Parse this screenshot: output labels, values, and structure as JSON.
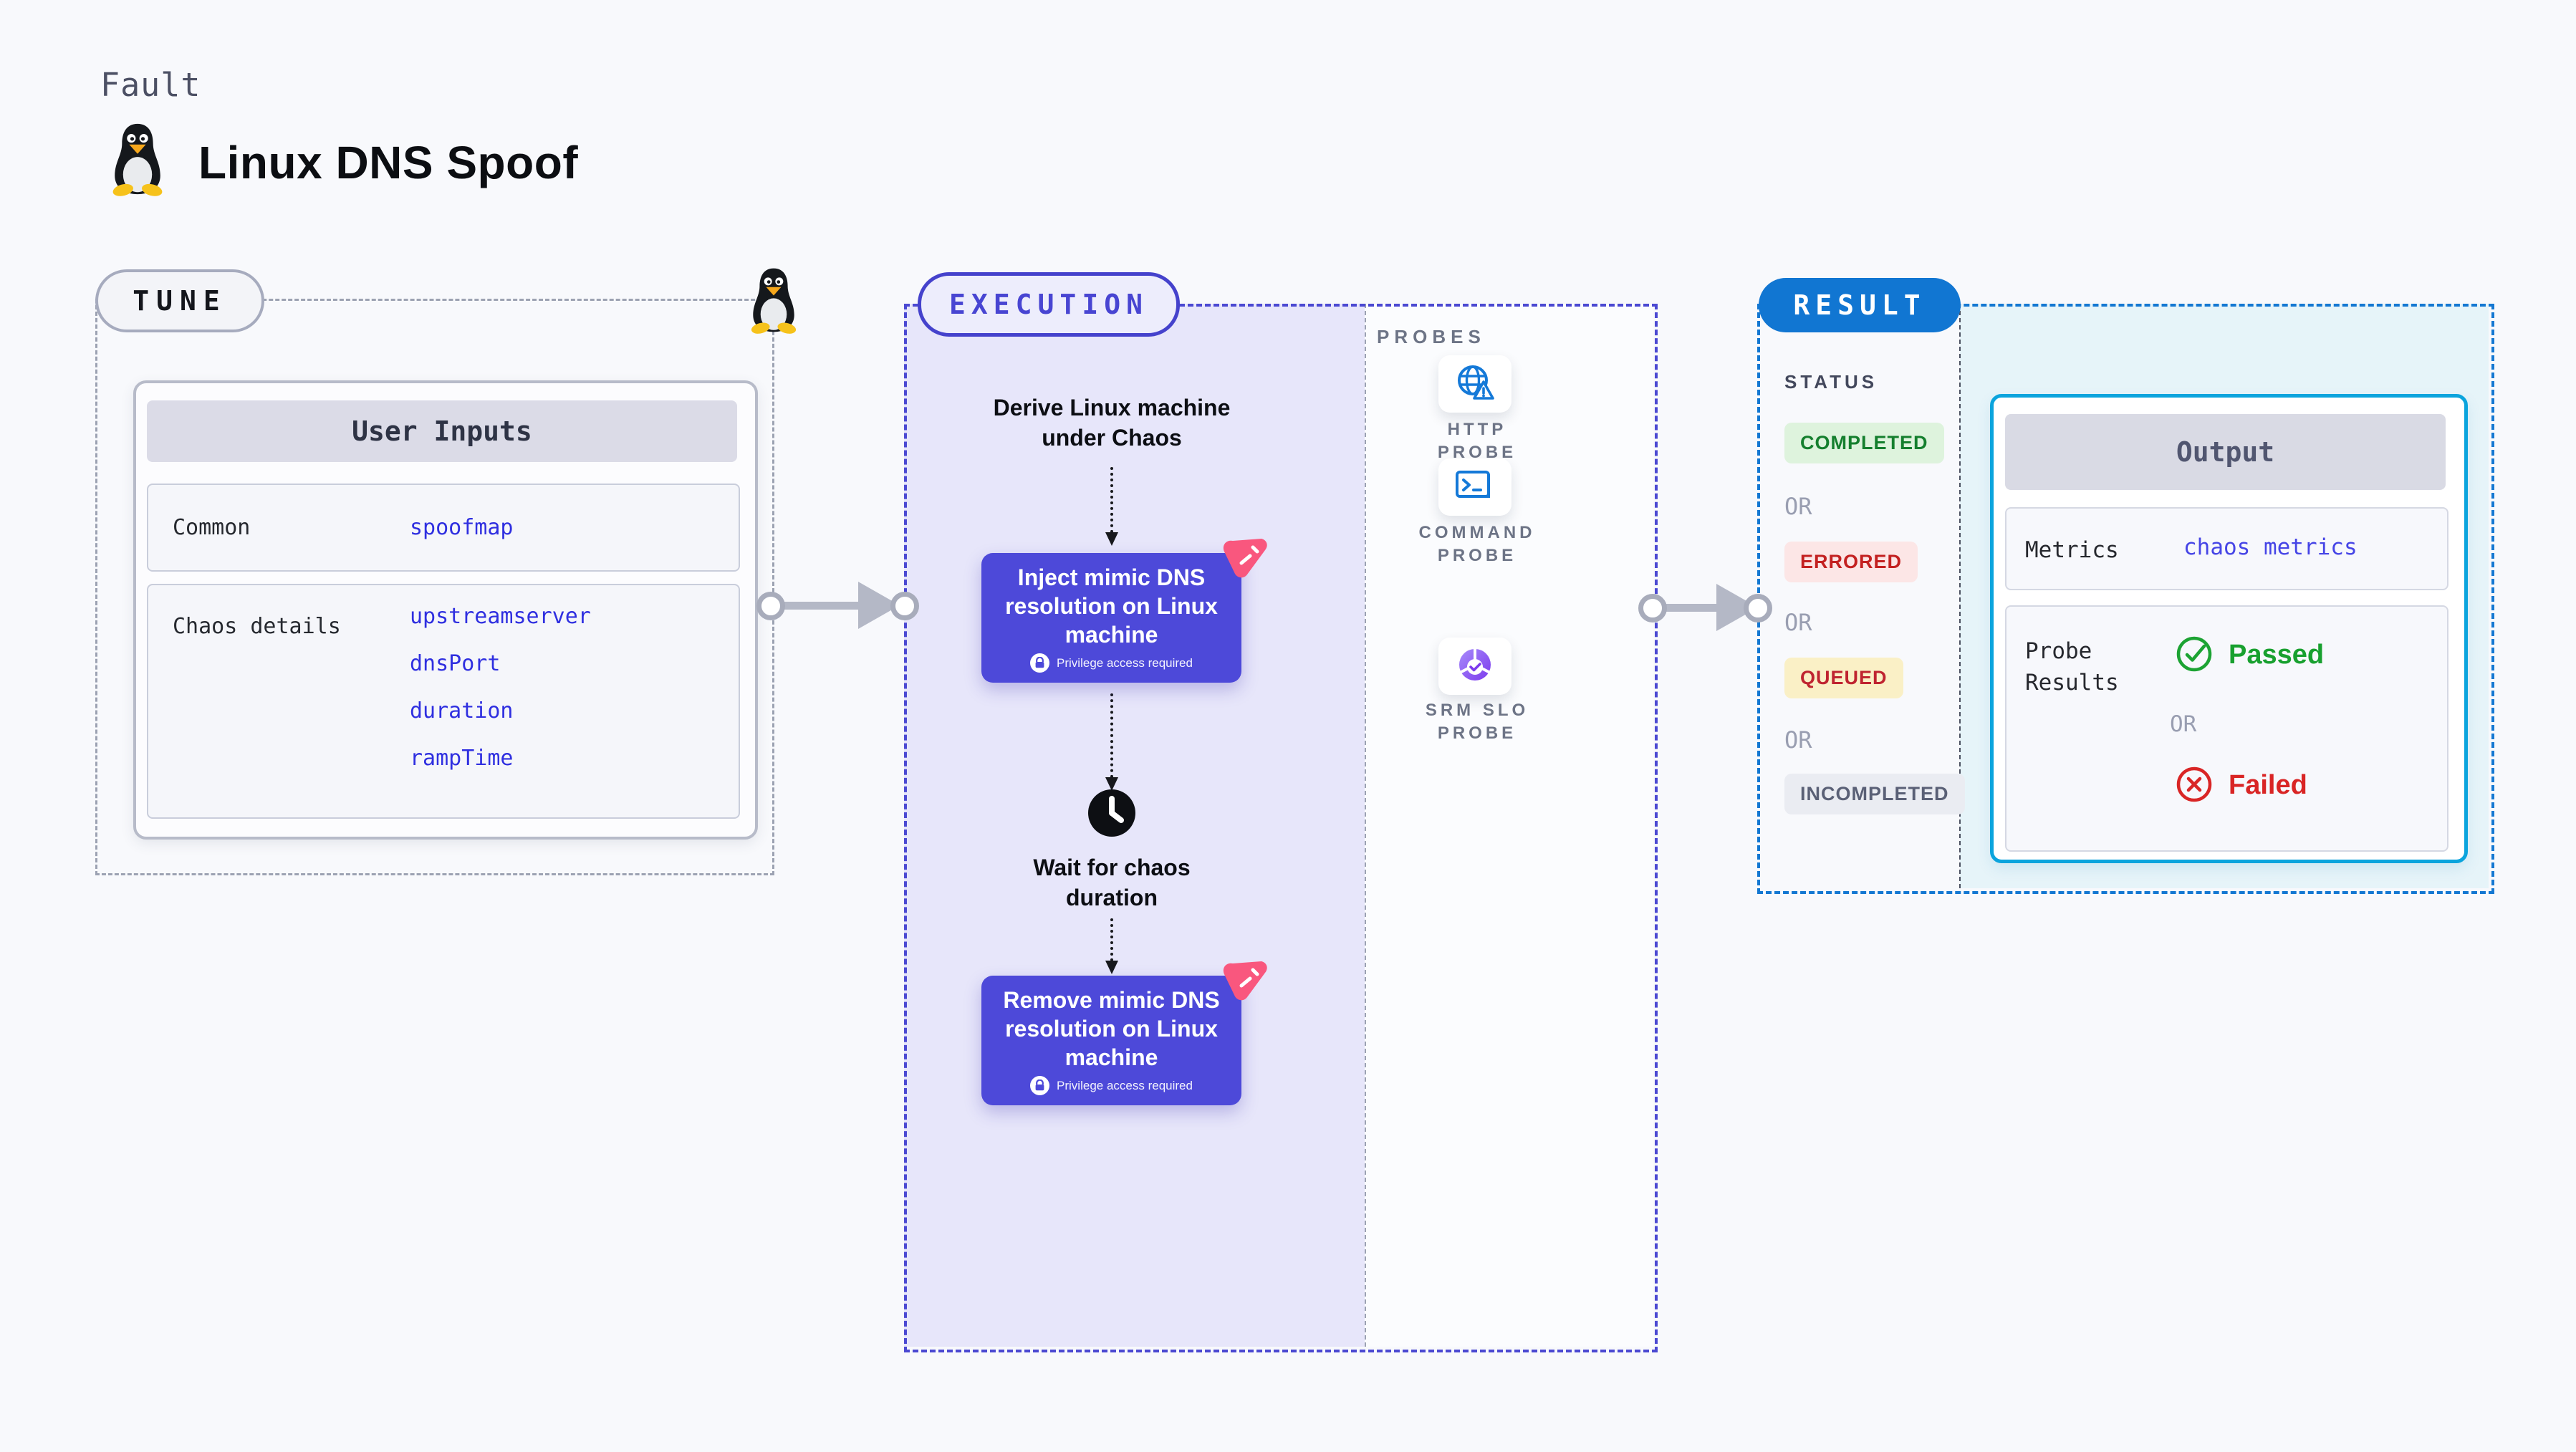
{
  "header": {
    "kicker": "Fault",
    "title": "Linux DNS Spoof"
  },
  "tune": {
    "label": "TUNE",
    "table": {
      "header": "User Inputs",
      "rows": [
        {
          "label": "Common",
          "values": [
            "spoofmap"
          ]
        },
        {
          "label": "Chaos details",
          "values": [
            "upstreamserver",
            "dnsPort",
            "duration",
            "rampTime"
          ]
        }
      ]
    }
  },
  "execution": {
    "label": "EXECUTION",
    "steps": {
      "derive": "Derive Linux machine under Chaos",
      "inject": "Inject mimic DNS resolution on Linux machine",
      "wait": "Wait for chaos duration",
      "remove": "Remove mimic DNS resolution on Linux machine",
      "privilege_note": "Privilege access required"
    }
  },
  "probes": {
    "label": "PROBES",
    "items": [
      {
        "name": "HTTP PROBE",
        "icon": "globe-alert-icon"
      },
      {
        "name": "COMMAND PROBE",
        "icon": "terminal-icon"
      },
      {
        "name": "SRM SLO PROBE",
        "icon": "slo-pie-check-icon"
      }
    ]
  },
  "result": {
    "label": "RESULT",
    "status": {
      "heading": "STATUS",
      "separator": "OR",
      "badges": [
        "COMPLETED",
        "ERRORED",
        "QUEUED",
        "INCOMPLETED"
      ]
    },
    "output": {
      "header": "Output",
      "metrics_label": "Metrics",
      "metrics_value": "chaos metrics",
      "probe_label": "Probe Results",
      "passed": "Passed",
      "or": "OR",
      "failed": "Failed"
    }
  },
  "colors": {
    "accent_indigo": "#4D49D9",
    "accent_blue": "#1176D2",
    "accent_cyan": "#0BA4DD",
    "accent_pink": "#F9577E",
    "value_blue": "#2F2FE0",
    "passed_green": "#18A02F",
    "failed_red": "#D92525"
  }
}
